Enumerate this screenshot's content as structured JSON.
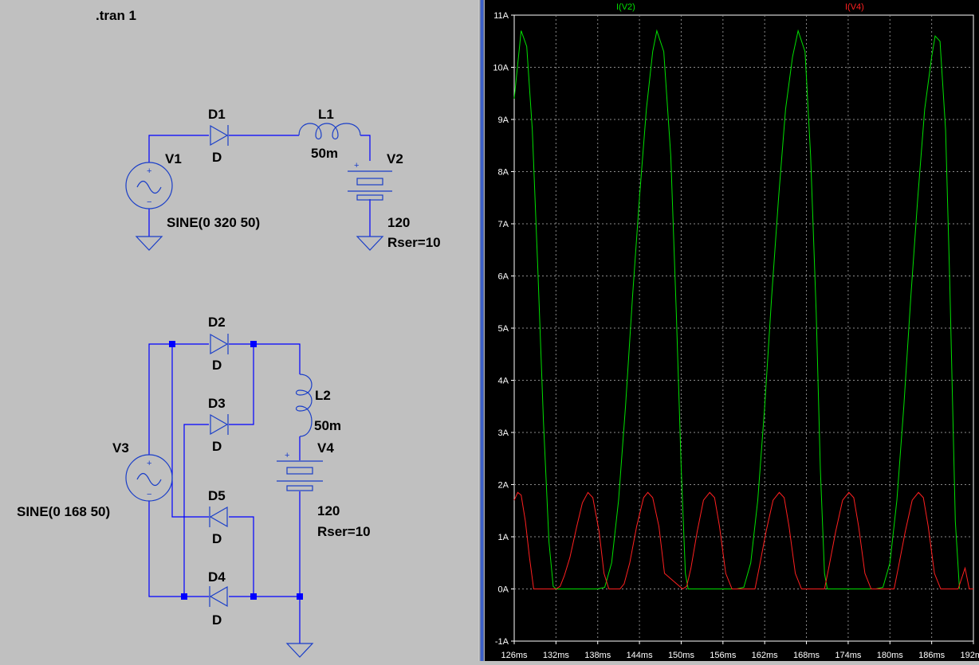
{
  "schematic": {
    "directive": ".tran 1",
    "circuit1": {
      "source": {
        "name": "V1",
        "value": "SINE(0 320 50)"
      },
      "diode": {
        "name": "D1",
        "model": "D"
      },
      "inductor": {
        "name": "L1",
        "value": "50m"
      },
      "battery": {
        "name": "V2",
        "value": "120",
        "rser": "Rser=10"
      }
    },
    "circuit2": {
      "source": {
        "name": "V3",
        "value": "SINE(0 168 50)"
      },
      "diodes": [
        {
          "name": "D2",
          "model": "D"
        },
        {
          "name": "D3",
          "model": "D"
        },
        {
          "name": "D5",
          "model": "D"
        },
        {
          "name": "D4",
          "model": "D"
        }
      ],
      "inductor": {
        "name": "L2",
        "value": "50m"
      },
      "battery": {
        "name": "V4",
        "value": "120",
        "rser": "Rser=10"
      }
    },
    "colors": {
      "wire": "#0000ff",
      "component": "#1a3ec8",
      "label": "#000000"
    }
  },
  "chart_data": {
    "type": "line",
    "xunit": "ms",
    "xlim": [
      126,
      192
    ],
    "ylim": [
      -1,
      11
    ],
    "xticks": [
      "126ms",
      "132ms",
      "138ms",
      "144ms",
      "150ms",
      "156ms",
      "162ms",
      "168ms",
      "174ms",
      "180ms",
      "186ms",
      "192ms"
    ],
    "yticks": [
      "-1A",
      "0A",
      "1A",
      "2A",
      "3A",
      "4A",
      "5A",
      "6A",
      "7A",
      "8A",
      "9A",
      "10A",
      "11A"
    ],
    "grid": true,
    "series": [
      {
        "name": "I(V2)",
        "color": "#00e000",
        "x": [
          126,
          127,
          127.8,
          128.6,
          129.4,
          130.2,
          131,
          131.6,
          132,
          138,
          139,
          140,
          141,
          142,
          143,
          144,
          145,
          145.9,
          146.5,
          147.5,
          148.5,
          149.3,
          150,
          150.6,
          151,
          158,
          159,
          160,
          161,
          162,
          163,
          164,
          165,
          166,
          166.8,
          167.8,
          168.6,
          169.4,
          170,
          170.6,
          171,
          178,
          179,
          180,
          181,
          182,
          183,
          184,
          185,
          186,
          186.5,
          187.2,
          188,
          188.6,
          189,
          189.4,
          190
        ],
        "values": [
          9.4,
          10.7,
          10.4,
          8.8,
          6.1,
          3.2,
          0.9,
          0.05,
          0,
          0,
          0.03,
          0.5,
          1.7,
          3.5,
          5.6,
          7.5,
          9.2,
          10.3,
          10.7,
          10.3,
          8.3,
          5.3,
          2.3,
          0.3,
          0,
          0,
          0.03,
          0.5,
          1.7,
          3.5,
          5.6,
          7.5,
          9.2,
          10.2,
          10.7,
          10.3,
          8.3,
          5.3,
          2.3,
          0.3,
          0,
          0,
          0.03,
          0.5,
          1.7,
          3.5,
          5.6,
          7.5,
          9.2,
          10.2,
          10.6,
          10.5,
          8.8,
          5.9,
          3.6,
          1.3,
          0
        ]
      },
      {
        "name": "I(V4)",
        "color": "#ff2020",
        "x": [
          126,
          126.5,
          127,
          127.6,
          128.2,
          128.8,
          130.4,
          131.4,
          132,
          132.6,
          133.2,
          134,
          135,
          135.8,
          136.6,
          137.3,
          138.2,
          138.9,
          139.6,
          140.6,
          141.2,
          141.8,
          142.6,
          143.6,
          144.6,
          145.2,
          145.9,
          146.8,
          147.6,
          150.2,
          150.8,
          151.4,
          152.3,
          153.2,
          154.1,
          154.8,
          155.5,
          156.4,
          157.3,
          158.1,
          160.6,
          161.2,
          162.2,
          163.2,
          164.1,
          164.8,
          165.5,
          166.4,
          167.3,
          168.1,
          170.6,
          171.2,
          172.2,
          173.2,
          174.1,
          174.8,
          175.5,
          176.4,
          177.3,
          178.1,
          180.6,
          181.2,
          182.2,
          183.2,
          184.1,
          184.8,
          185.5,
          186.4,
          187.3,
          188.1,
          189.8,
          190.8,
          191.4,
          192
        ],
        "values": [
          1.7,
          1.85,
          1.8,
          1.3,
          0.6,
          0,
          0,
          0,
          0,
          0.05,
          0.25,
          0.6,
          1.2,
          1.65,
          1.85,
          1.75,
          1.1,
          0.3,
          0,
          0,
          0,
          0.1,
          0.5,
          1.2,
          1.75,
          1.85,
          1.75,
          1.2,
          0.3,
          0,
          0.05,
          0.4,
          1.1,
          1.7,
          1.85,
          1.75,
          1.2,
          0.3,
          0,
          0,
          0,
          0.4,
          1.1,
          1.7,
          1.85,
          1.75,
          1.2,
          0.3,
          0,
          0,
          0,
          0.4,
          1.1,
          1.7,
          1.85,
          1.75,
          1.2,
          0.3,
          0,
          0,
          0,
          0.4,
          1.1,
          1.7,
          1.85,
          1.75,
          1.2,
          0.3,
          0,
          0,
          0,
          0.4,
          0,
          0
        ]
      }
    ]
  }
}
